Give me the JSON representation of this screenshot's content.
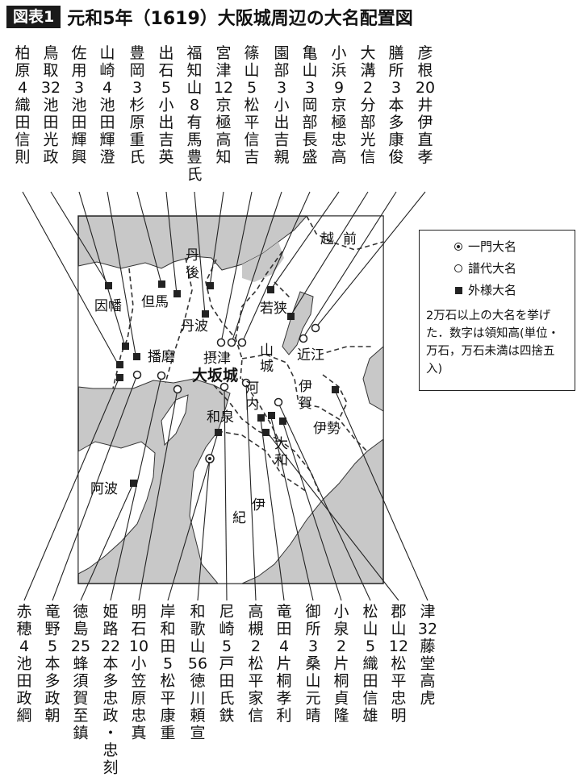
{
  "figure": {
    "tag": "図表1",
    "title": "元和5年（1619）大阪城周辺の大名配置図"
  },
  "legend": {
    "items": [
      {
        "symbol": "dot-circle",
        "label": "一門大名"
      },
      {
        "symbol": "circle",
        "label": "譜代大名"
      },
      {
        "symbol": "square",
        "label": "外様大名"
      }
    ],
    "note": "2万石以上の大名を挙げた．数字は領知高(単位・万石，万石未満は四捨五入)"
  },
  "map": {
    "center_label": "大坂城",
    "provinces": [
      "越前",
      "丹後",
      "若狭",
      "因幡",
      "但馬",
      "丹波",
      "近江",
      "播磨",
      "摂津",
      "山城",
      "伊賀",
      "和泉",
      "河内",
      "伊勢",
      "大和",
      "阿波",
      "紀伊"
    ]
  },
  "top_labels": [
    "柏原4織田信則",
    "鳥取32池田光政",
    "佐用3池田輝興",
    "山崎4池田輝澄",
    "豊岡3杉原重氏",
    "出石5小出吉英",
    "福知山8有馬豊氏",
    "宮津12京極高知",
    "篠山5松平信吉",
    "園部3小出吉親",
    "亀山3岡部長盛",
    "小浜9京極忠高",
    "大溝2分部光信",
    "膳所3本多康俊",
    "彦根20井伊直孝"
  ],
  "bottom_labels": [
    "赤穂4池田政綱",
    "竜野5本多政朝",
    "徳島25蜂須賀至鎮",
    "姫路22本多忠政・忠刻",
    "明石10小笠原忠真",
    "岸和田5松平康重",
    "和歌山56徳川頼宣",
    "尼崎5戸田氏鉄",
    "高槻2松平家信",
    "竜田4片桐孝利",
    "御所3桑山元晴",
    "小泉2片桐貞隆",
    "松山5織田信雄",
    "郡山12松平忠明",
    "津32藤堂高虎"
  ]
}
